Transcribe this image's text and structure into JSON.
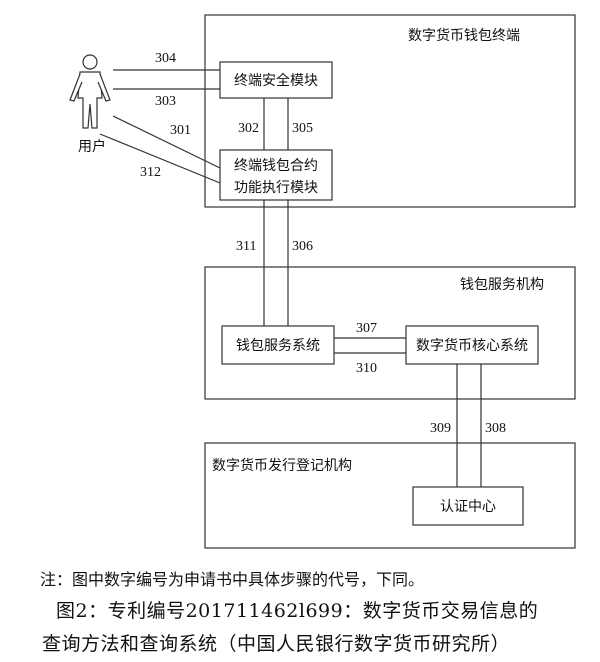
{
  "diagram": {
    "terminal_label": "数字货币钱包终端",
    "security_module": "终端安全模块",
    "contract_module_line1": "终端钱包合约",
    "contract_module_line2": "功能执行模块",
    "user_label": "用户",
    "wallet_org_label": "钱包服务机构",
    "wallet_service_system": "钱包服务系统",
    "core_system": "数字货币核心系统",
    "issuer_label": "数字货币发行登记机构",
    "cert_center": "认证中心",
    "steps": {
      "s304": "304",
      "s303": "303",
      "s301": "301",
      "s312": "312",
      "s302": "302",
      "s305": "305",
      "s311": "311",
      "s306": "306",
      "s307": "307",
      "s310": "310",
      "s309": "309",
      "s308": "308"
    }
  },
  "note": "注：图中数字编号为申请书中具体步骤的代号，下同。",
  "caption_line1": "图2：专利编号201711462l699：数字货币交易信息的",
  "caption_line2": "查询方法和查询系统（中国人民银行数字货币研究所）"
}
